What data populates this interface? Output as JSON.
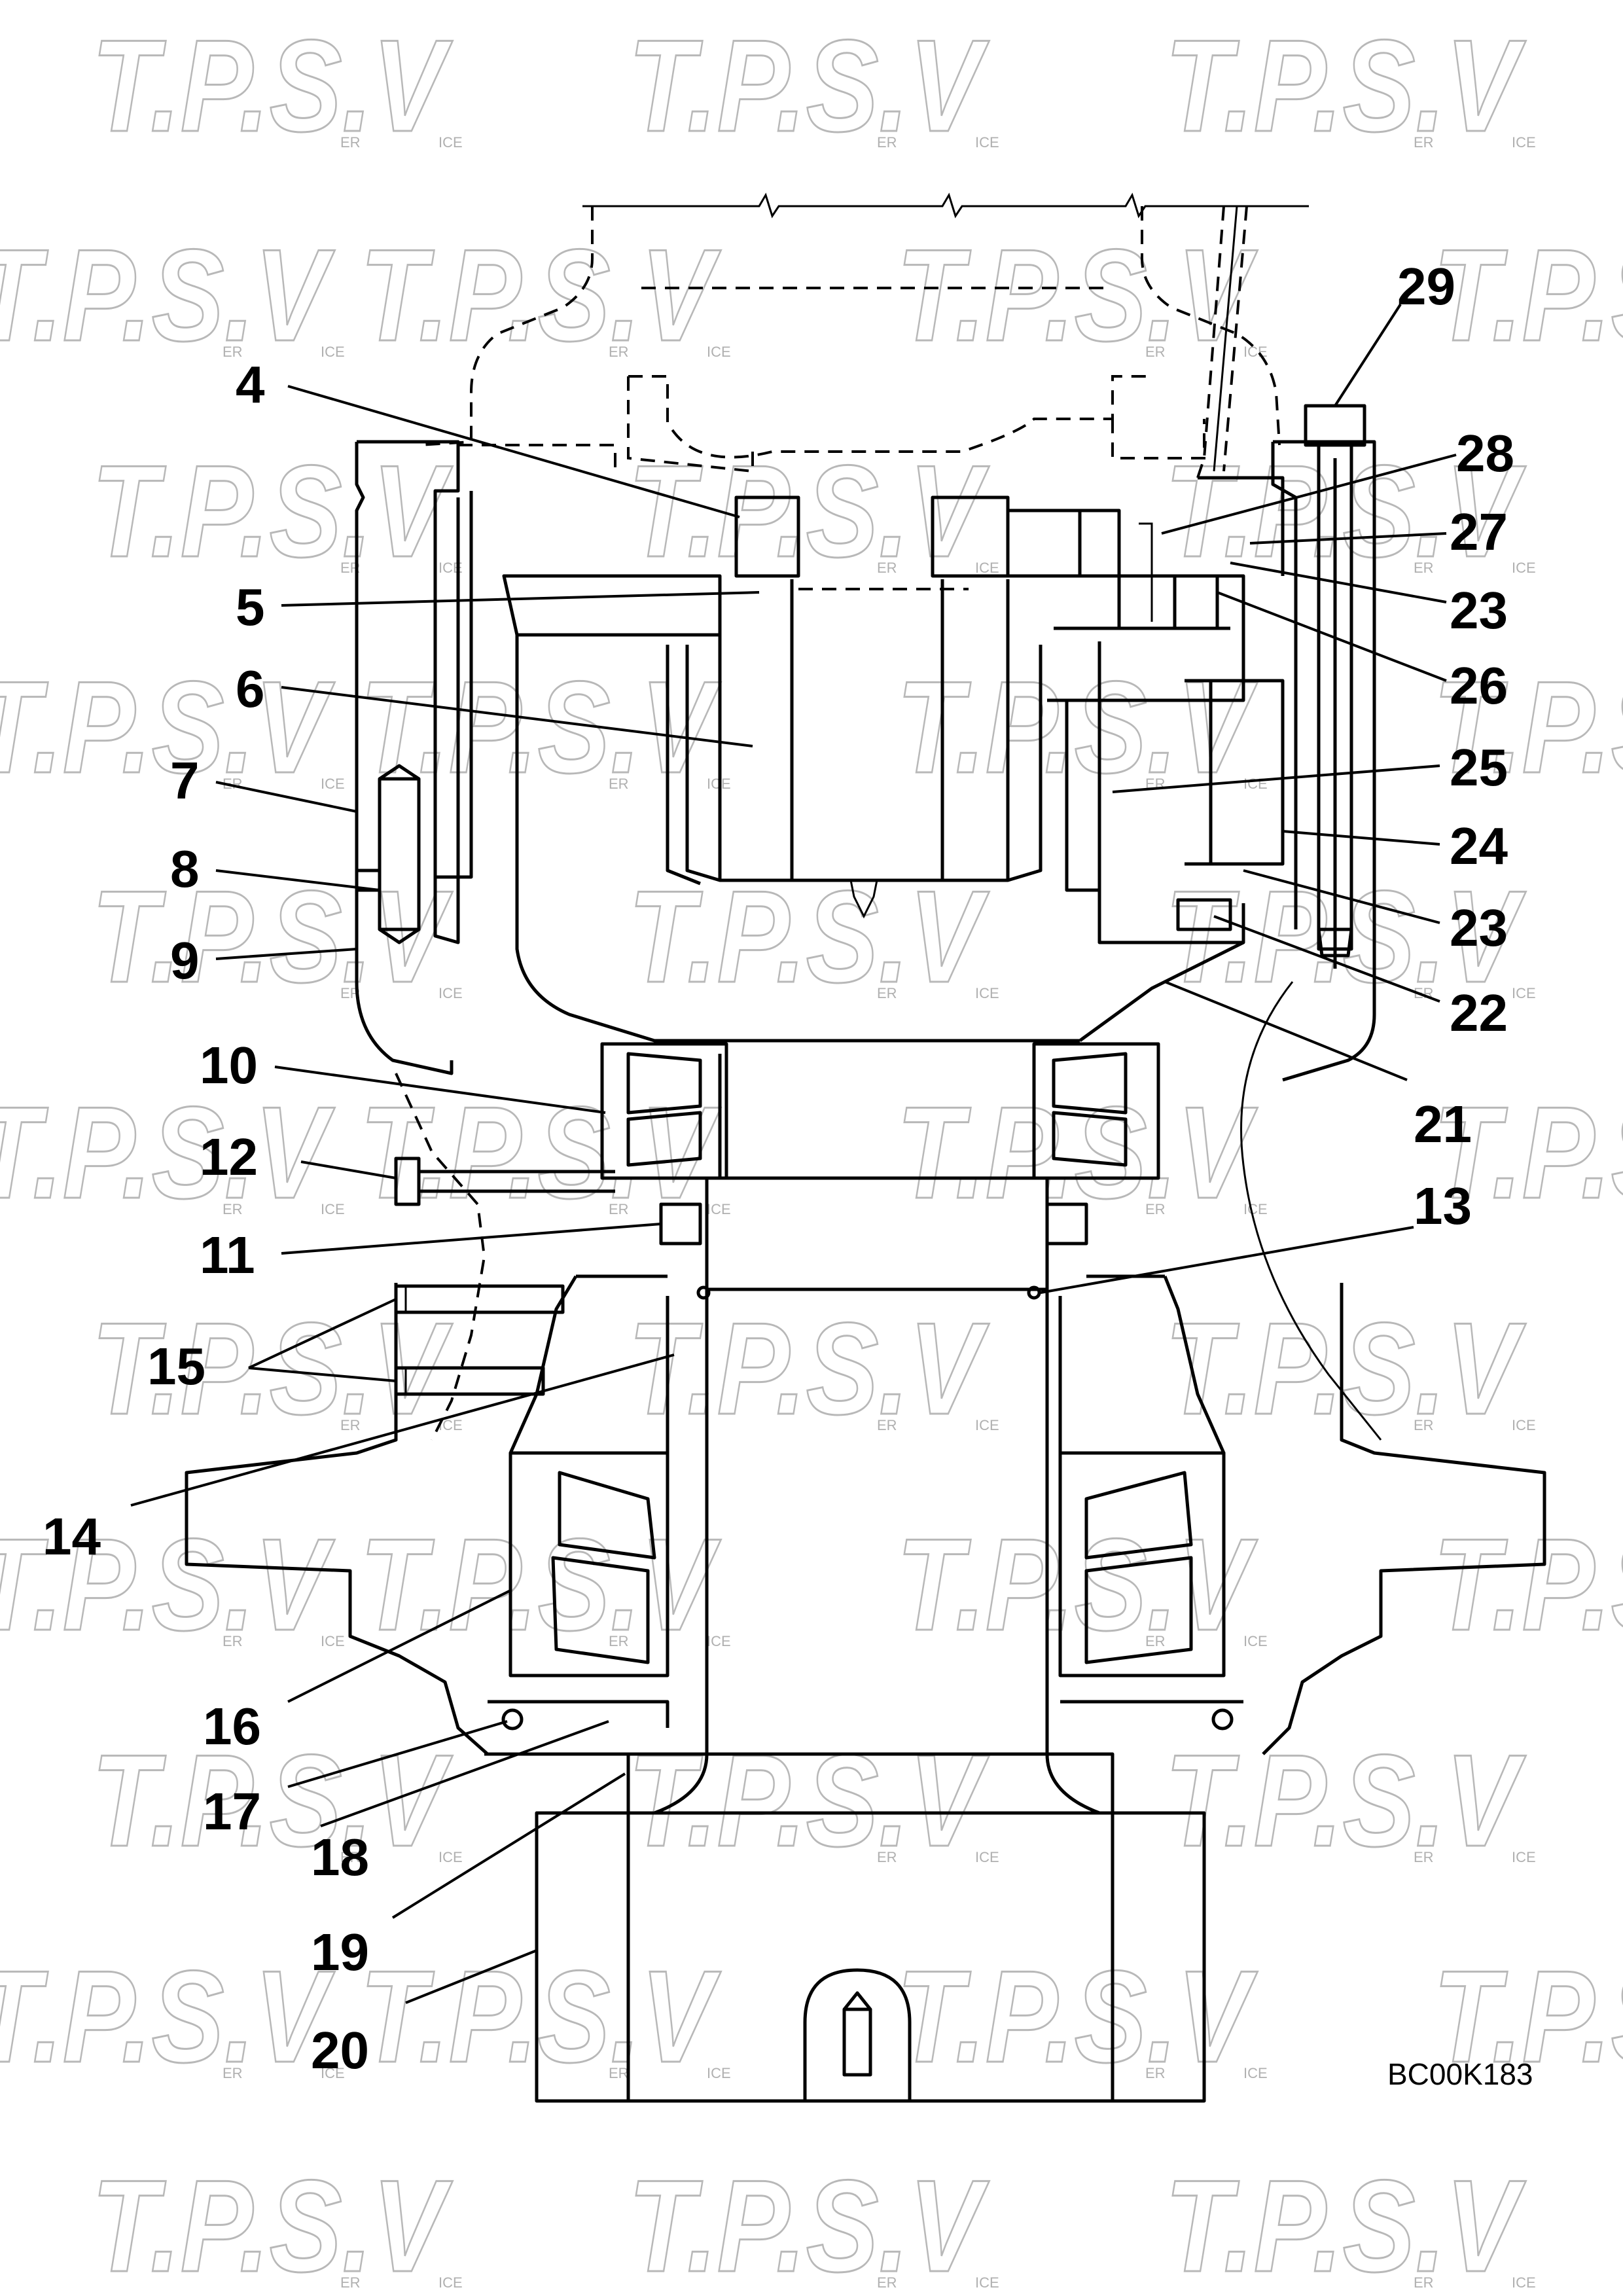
{
  "drawing": {
    "code": "BC00K183",
    "watermark": {
      "brand": "T.P.S.V",
      "small_left": "ER",
      "small_right": "ICE"
    }
  },
  "callouts": [
    {
      "id": "c4",
      "label": "4"
    },
    {
      "id": "c5",
      "label": "5"
    },
    {
      "id": "c6",
      "label": "6"
    },
    {
      "id": "c7",
      "label": "7"
    },
    {
      "id": "c8",
      "label": "8"
    },
    {
      "id": "c9",
      "label": "9"
    },
    {
      "id": "c10",
      "label": "10"
    },
    {
      "id": "c12",
      "label": "12"
    },
    {
      "id": "c11",
      "label": "11"
    },
    {
      "id": "c15",
      "label": "15"
    },
    {
      "id": "c14",
      "label": "14"
    },
    {
      "id": "c16",
      "label": "16"
    },
    {
      "id": "c17",
      "label": "17"
    },
    {
      "id": "c18",
      "label": "18"
    },
    {
      "id": "c19",
      "label": "19"
    },
    {
      "id": "c20",
      "label": "20"
    },
    {
      "id": "c29",
      "label": "29"
    },
    {
      "id": "c28",
      "label": "28"
    },
    {
      "id": "c27",
      "label": "27"
    },
    {
      "id": "c23a",
      "label": "23"
    },
    {
      "id": "c26",
      "label": "26"
    },
    {
      "id": "c25",
      "label": "25"
    },
    {
      "id": "c24",
      "label": "24"
    },
    {
      "id": "c23b",
      "label": "23"
    },
    {
      "id": "c22",
      "label": "22"
    },
    {
      "id": "c21",
      "label": "21"
    },
    {
      "id": "c13",
      "label": "13"
    }
  ]
}
